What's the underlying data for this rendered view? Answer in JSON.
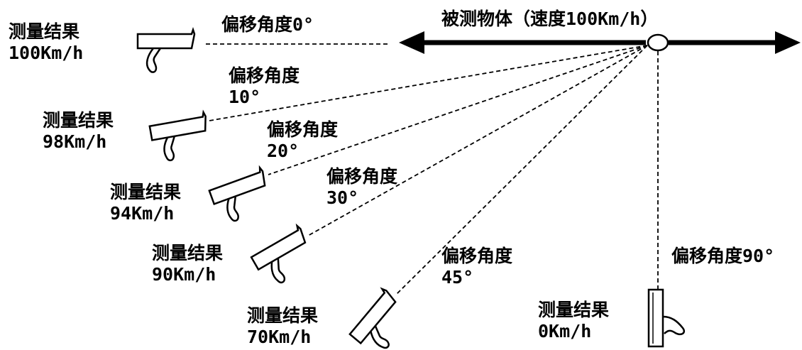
{
  "object": {
    "label": "被测物体（速度100Km/h）"
  },
  "readings": [
    {
      "angle_caption": "偏移角度0°",
      "result_label": "测量结果",
      "result_value": "100Km/h",
      "angle_deg": 0,
      "speed_kmh": 100
    },
    {
      "angle_caption": "偏移角度",
      "angle_value": "10°",
      "result_label": "测量结果",
      "result_value": "98Km/h",
      "angle_deg": 10,
      "speed_kmh": 98
    },
    {
      "angle_caption": "偏移角度",
      "angle_value": "20°",
      "result_label": "测量结果",
      "result_value": "94Km/h",
      "angle_deg": 20,
      "speed_kmh": 94
    },
    {
      "angle_caption": "偏移角度",
      "angle_value": "30°",
      "result_label": "测量结果",
      "result_value": "90Km/h",
      "angle_deg": 30,
      "speed_kmh": 90
    },
    {
      "angle_caption": "偏移角度",
      "angle_value": "45°",
      "result_label": "测量结果",
      "result_value": "70Km/h",
      "angle_deg": 45,
      "speed_kmh": 70
    },
    {
      "angle_caption": "偏移角度90°",
      "result_label": "测量结果",
      "result_value": "0Km/h",
      "angle_deg": 90,
      "speed_kmh": 0
    }
  ]
}
